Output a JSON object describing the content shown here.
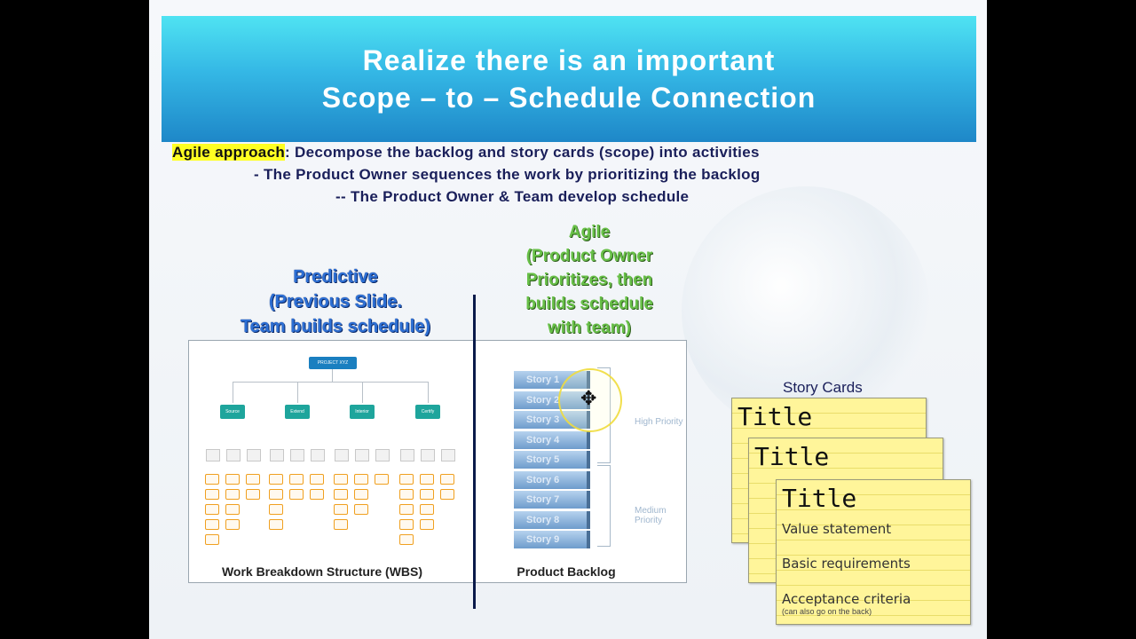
{
  "header": {
    "line1": "Realize there is an important",
    "line2": "Scope – to – Schedule Connection"
  },
  "intro": {
    "highlight": "Agile approach",
    "rest": ": Decompose the backlog and story cards (scope) into activities",
    "line2": "- The Product Owner sequences the work by prioritizing the backlog",
    "line3": "-- The Product Owner & Team develop schedule"
  },
  "labels": {
    "predictive": [
      "Predictive",
      "(Previous Slide.",
      "Team builds schedule)"
    ],
    "agile": [
      "Agile",
      "(Product Owner",
      "Prioritizes, then",
      "builds schedule",
      "with team)"
    ]
  },
  "wbs": {
    "root": "PROJECT XYZ",
    "branches": [
      "Source",
      "Extend",
      "Interior",
      "Certify"
    ],
    "caption": "Work Breakdown Structure (WBS)"
  },
  "backlog": {
    "stories": [
      "Story 1",
      "Story 2",
      "Story 3",
      "Story 4",
      "Story 5",
      "Story 6",
      "Story 7",
      "Story 8",
      "Story 9"
    ],
    "high_priority": "High Priority",
    "medium_priority": "Medium Priority",
    "caption": "Product Backlog"
  },
  "story_cards": {
    "title": "Story Cards",
    "card_title": "Title",
    "value": "Value statement",
    "basic": "Basic requirements",
    "acceptance": "Acceptance criteria",
    "note": "(can also go on the back)"
  }
}
